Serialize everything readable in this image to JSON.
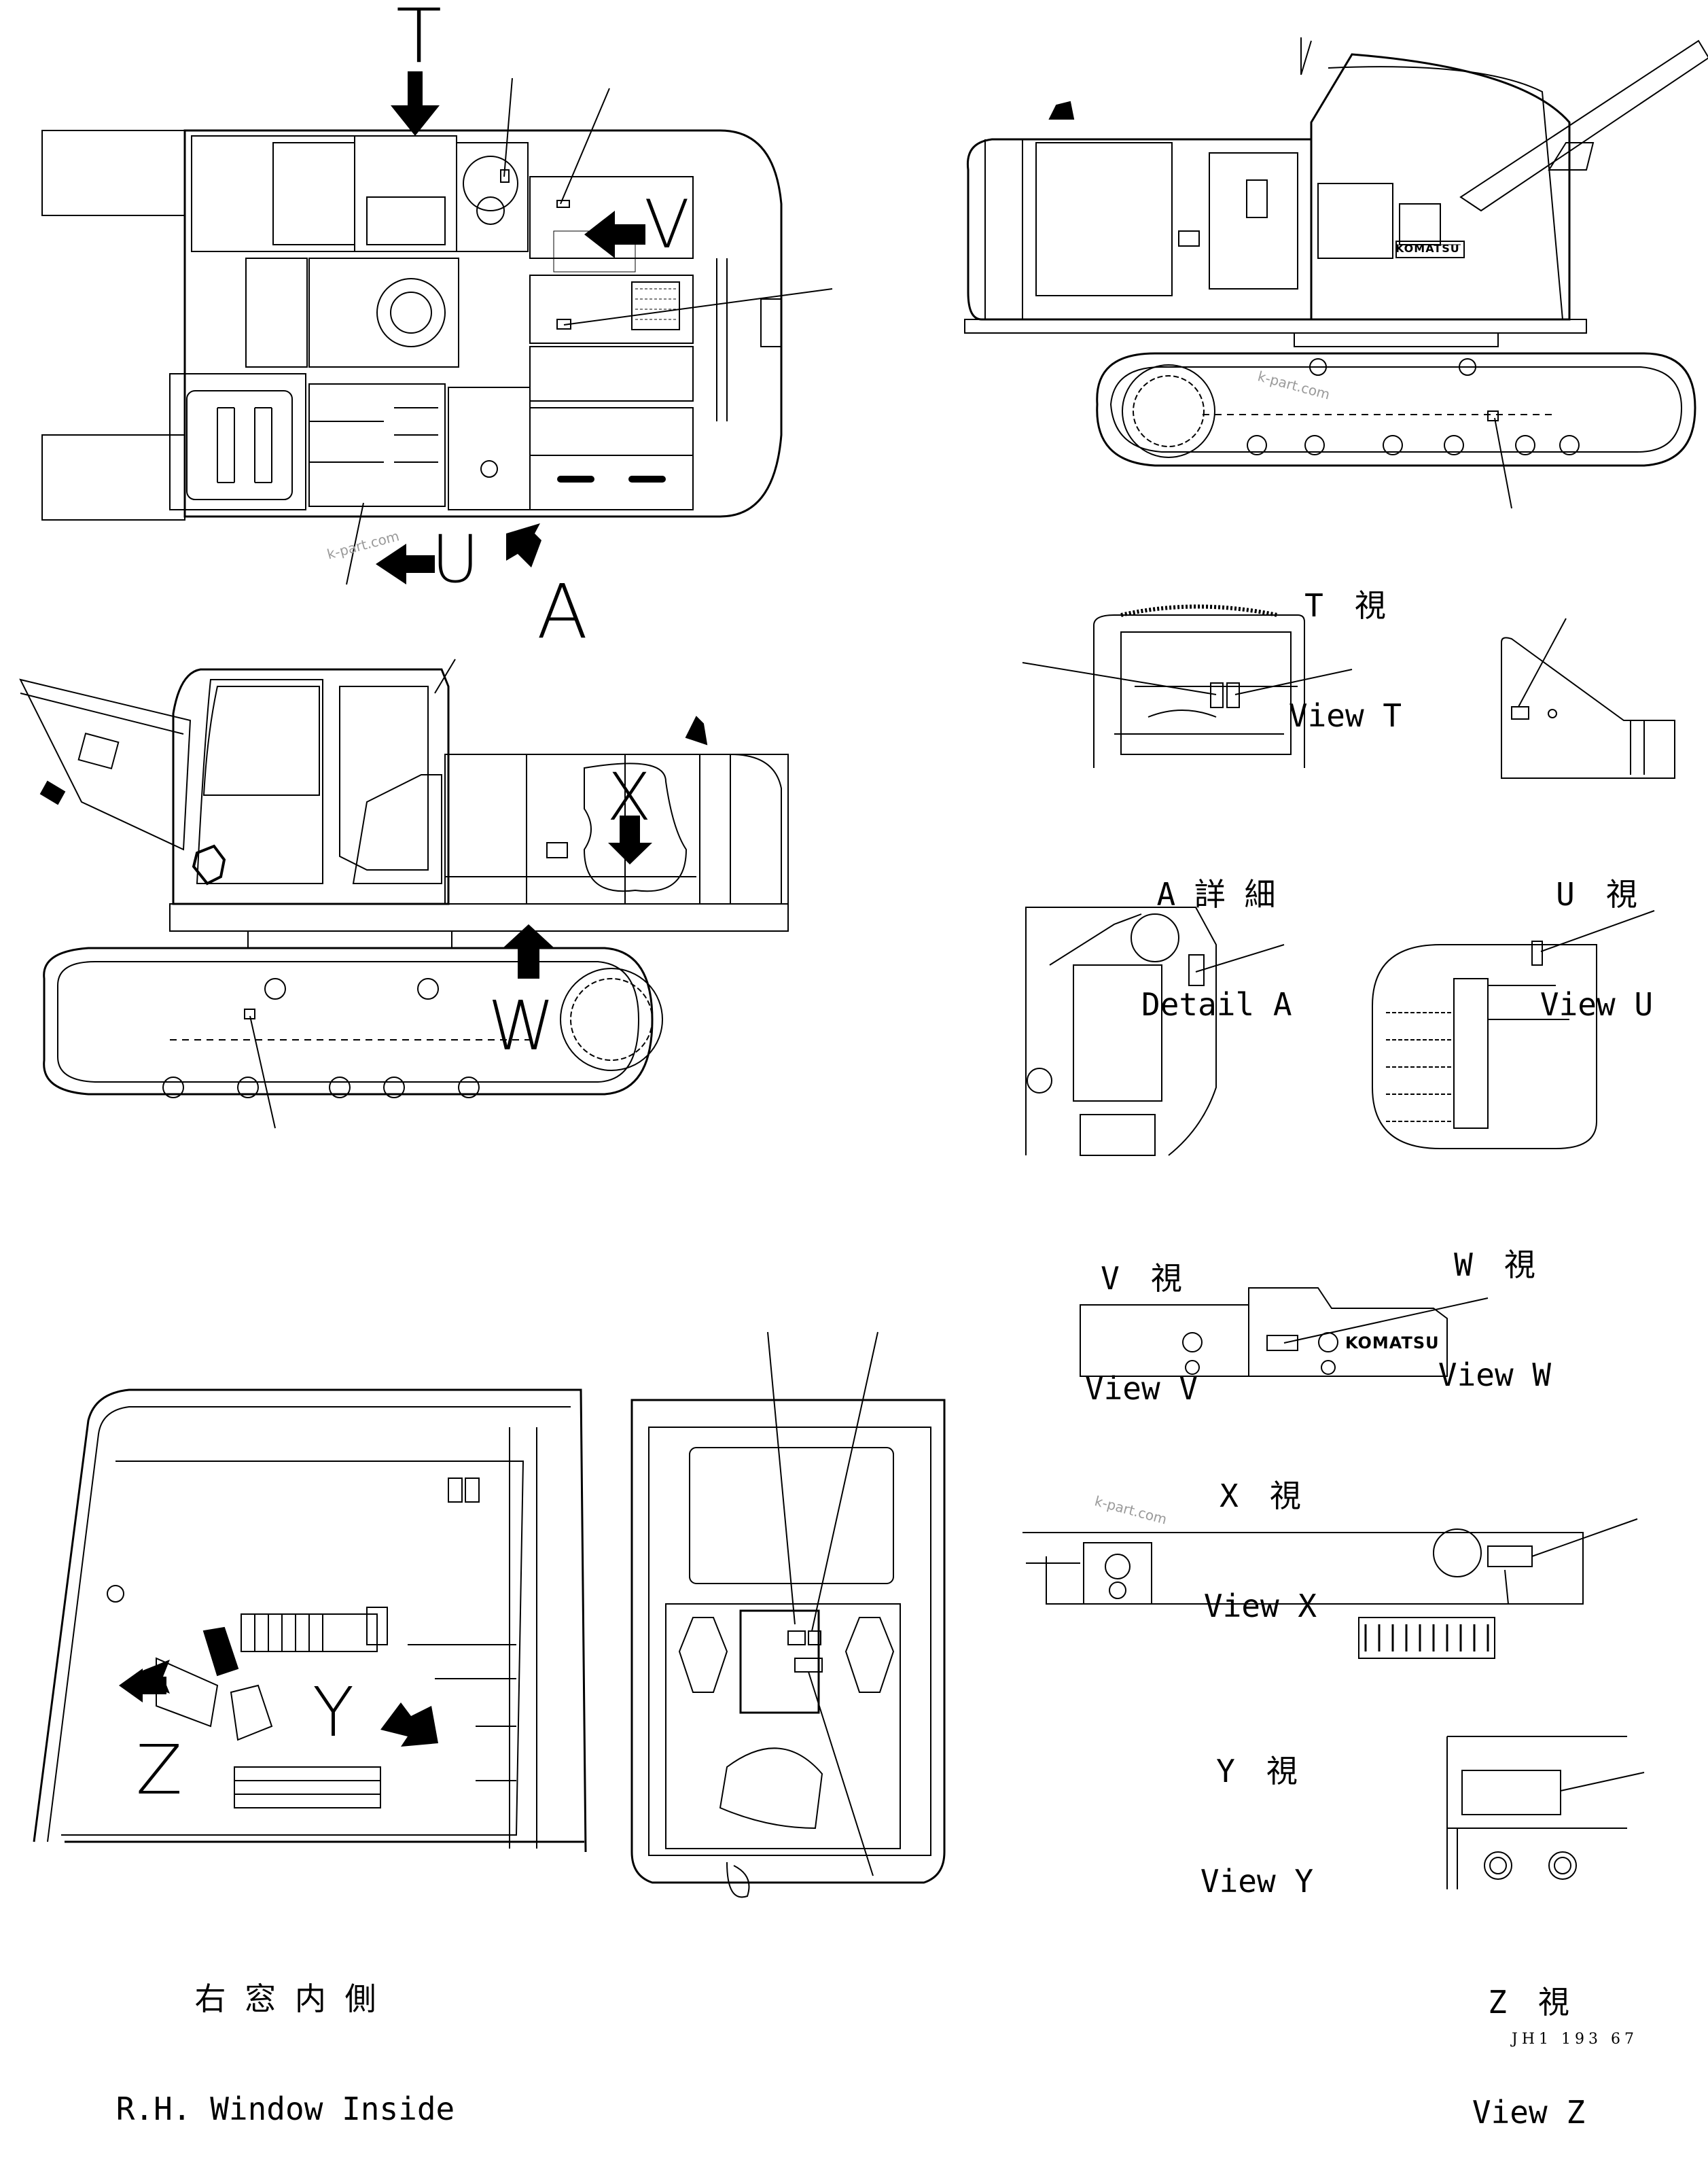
{
  "view_letters": {
    "T": "T",
    "V": "V",
    "U": "U",
    "A": "A",
    "X": "X",
    "W": "W",
    "Z": "Z",
    "Y": "Y"
  },
  "captions": {
    "view_t": {
      "jp": "T　視",
      "en": "View T"
    },
    "detail_a": {
      "jp": "A 詳 細",
      "en": "Detail A"
    },
    "view_u": {
      "jp": "U　視",
      "en": "View U"
    },
    "view_v": {
      "jp": "V　視",
      "en": "View V"
    },
    "view_w": {
      "jp": "W　視",
      "en": "View W"
    },
    "view_x": {
      "jp": "X　視",
      "en": "View X"
    },
    "view_y": {
      "jp": "Y　視",
      "en": "View Y"
    },
    "view_z": {
      "jp": "Z　視",
      "en": "View Z"
    },
    "rh_window": {
      "jp": "右 窓 内 側",
      "en": "R.H. Window Inside"
    }
  },
  "brand": "KOMATSU",
  "watermark": "k-part.com",
  "drawing_code": "JH1 193 67",
  "colors": {
    "line": "#000000",
    "watermark": "#9a9a9a",
    "background": "#ffffff"
  }
}
